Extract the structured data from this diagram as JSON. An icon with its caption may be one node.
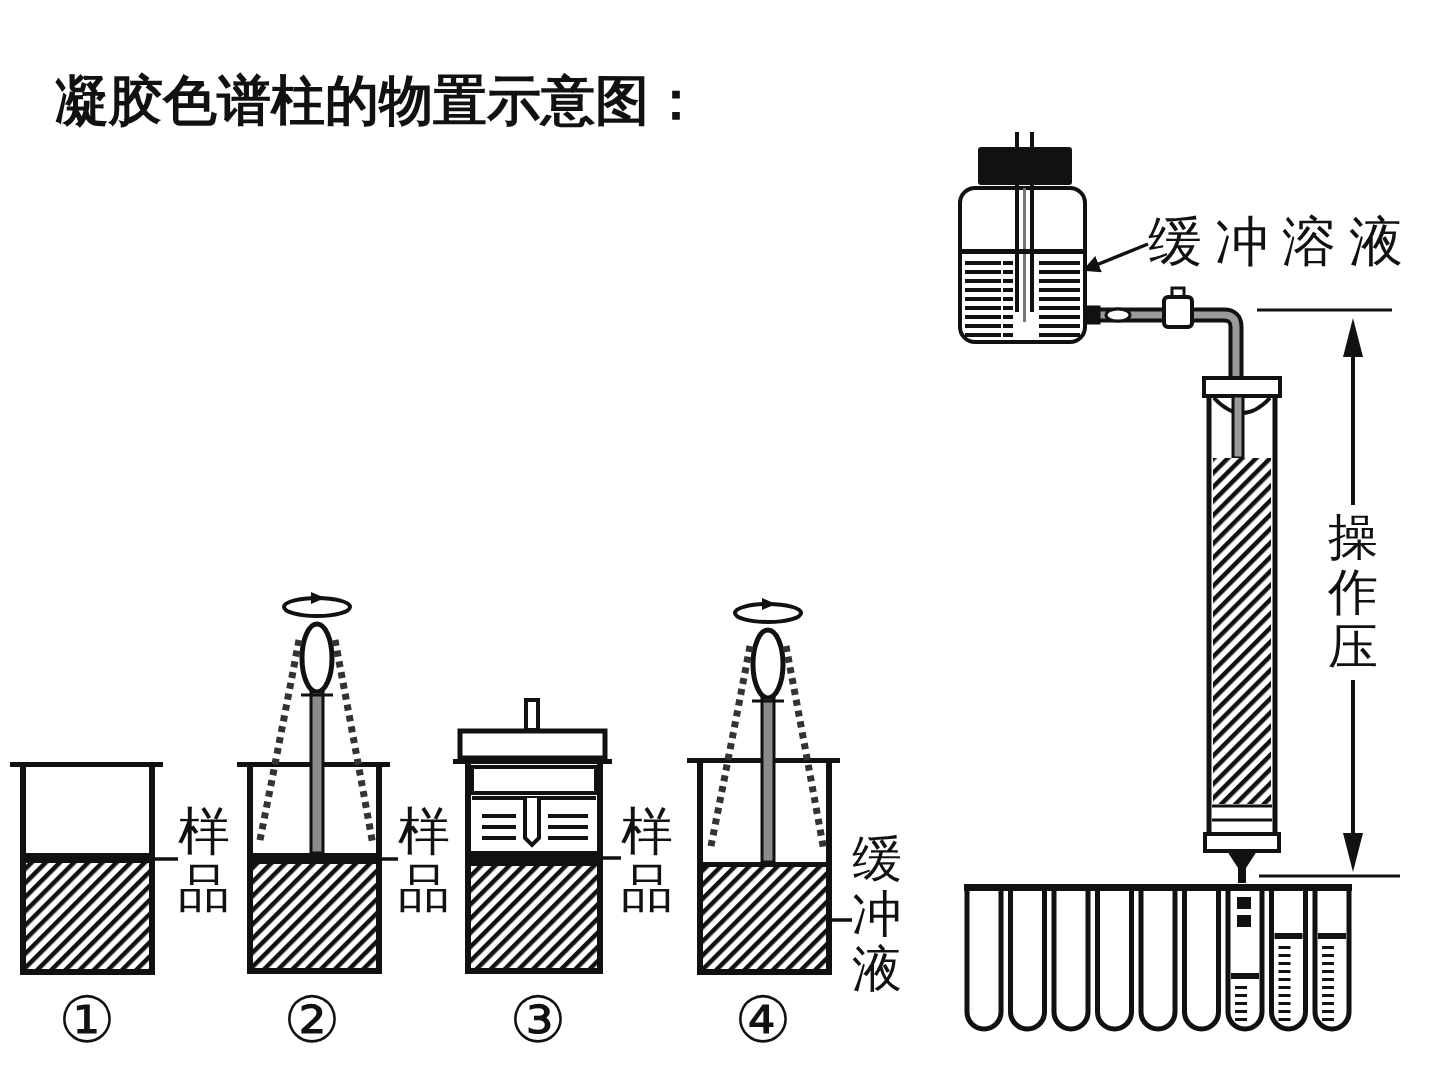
{
  "diagram": {
    "title": "凝胶色谱柱的物置示意图：",
    "nodes": [
      {
        "text": [],
        "shape": "box"
      },
      {
        "text": [
          "缓冲溶液"
        ]
      },
      {
        "text": [],
        "shape": "bar"
      },
      {
        "text": [
          "样品"
        ]
      },
      {
        "text": [],
        "shape": "bar"
      },
      {
        "text": [
          "样品"
        ]
      },
      {
        "text": [],
        "shape": "bar"
      },
      {
        "text": [
          "样品"
        ]
      },
      {
        "text": [],
        "shape": "box"
      },
      {
        "text": [
          "缓冲液"
        ]
      }
    ],
    "edges": [
      {
        "from": 1,
        "to": 0,
        "arrow": "to"
      },
      {
        "from": 3,
        "to": 2,
        "arrow": "none"
      },
      {
        "from": 5,
        "to": 4,
        "arrow": "none"
      },
      {
        "from": 7,
        "to": 6,
        "arrow": "none"
      },
      {
        "from": 9,
        "to": 8,
        "arrow": "none"
      }
    ],
    "labels": [
      "操作压",
      "①",
      "②",
      "③",
      "④"
    ]
  }
}
